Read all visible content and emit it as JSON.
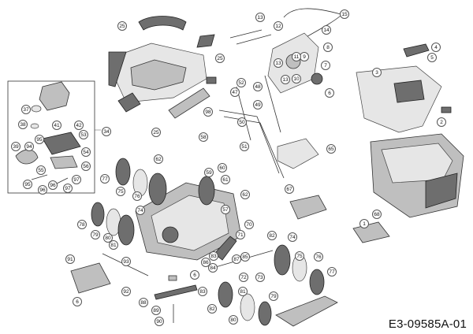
{
  "document_id": "E3-09585A-01",
  "callouts": [
    "25",
    "25",
    "25",
    "1",
    "2",
    "3",
    "4",
    "5",
    "6",
    "6",
    "6",
    "7",
    "8",
    "9",
    "10",
    "11",
    "12",
    "13",
    "13",
    "13",
    "14",
    "15",
    "34",
    "37",
    "38",
    "39",
    "41",
    "42",
    "47",
    "48",
    "49",
    "50",
    "51",
    "52",
    "53",
    "54",
    "55",
    "56",
    "57",
    "58",
    "59",
    "60",
    "61",
    "62",
    "62",
    "65",
    "67",
    "68",
    "70",
    "71",
    "72",
    "73",
    "74",
    "74",
    "75",
    "75",
    "76",
    "76",
    "77",
    "77",
    "78",
    "79",
    "79",
    "80",
    "80",
    "81",
    "81",
    "82",
    "82",
    "83",
    "83",
    "84",
    "85",
    "86",
    "87",
    "88",
    "89",
    "90",
    "91",
    "92",
    "93",
    "94",
    "95",
    "95",
    "96",
    "96",
    "97",
    "97",
    "98",
    "99"
  ]
}
